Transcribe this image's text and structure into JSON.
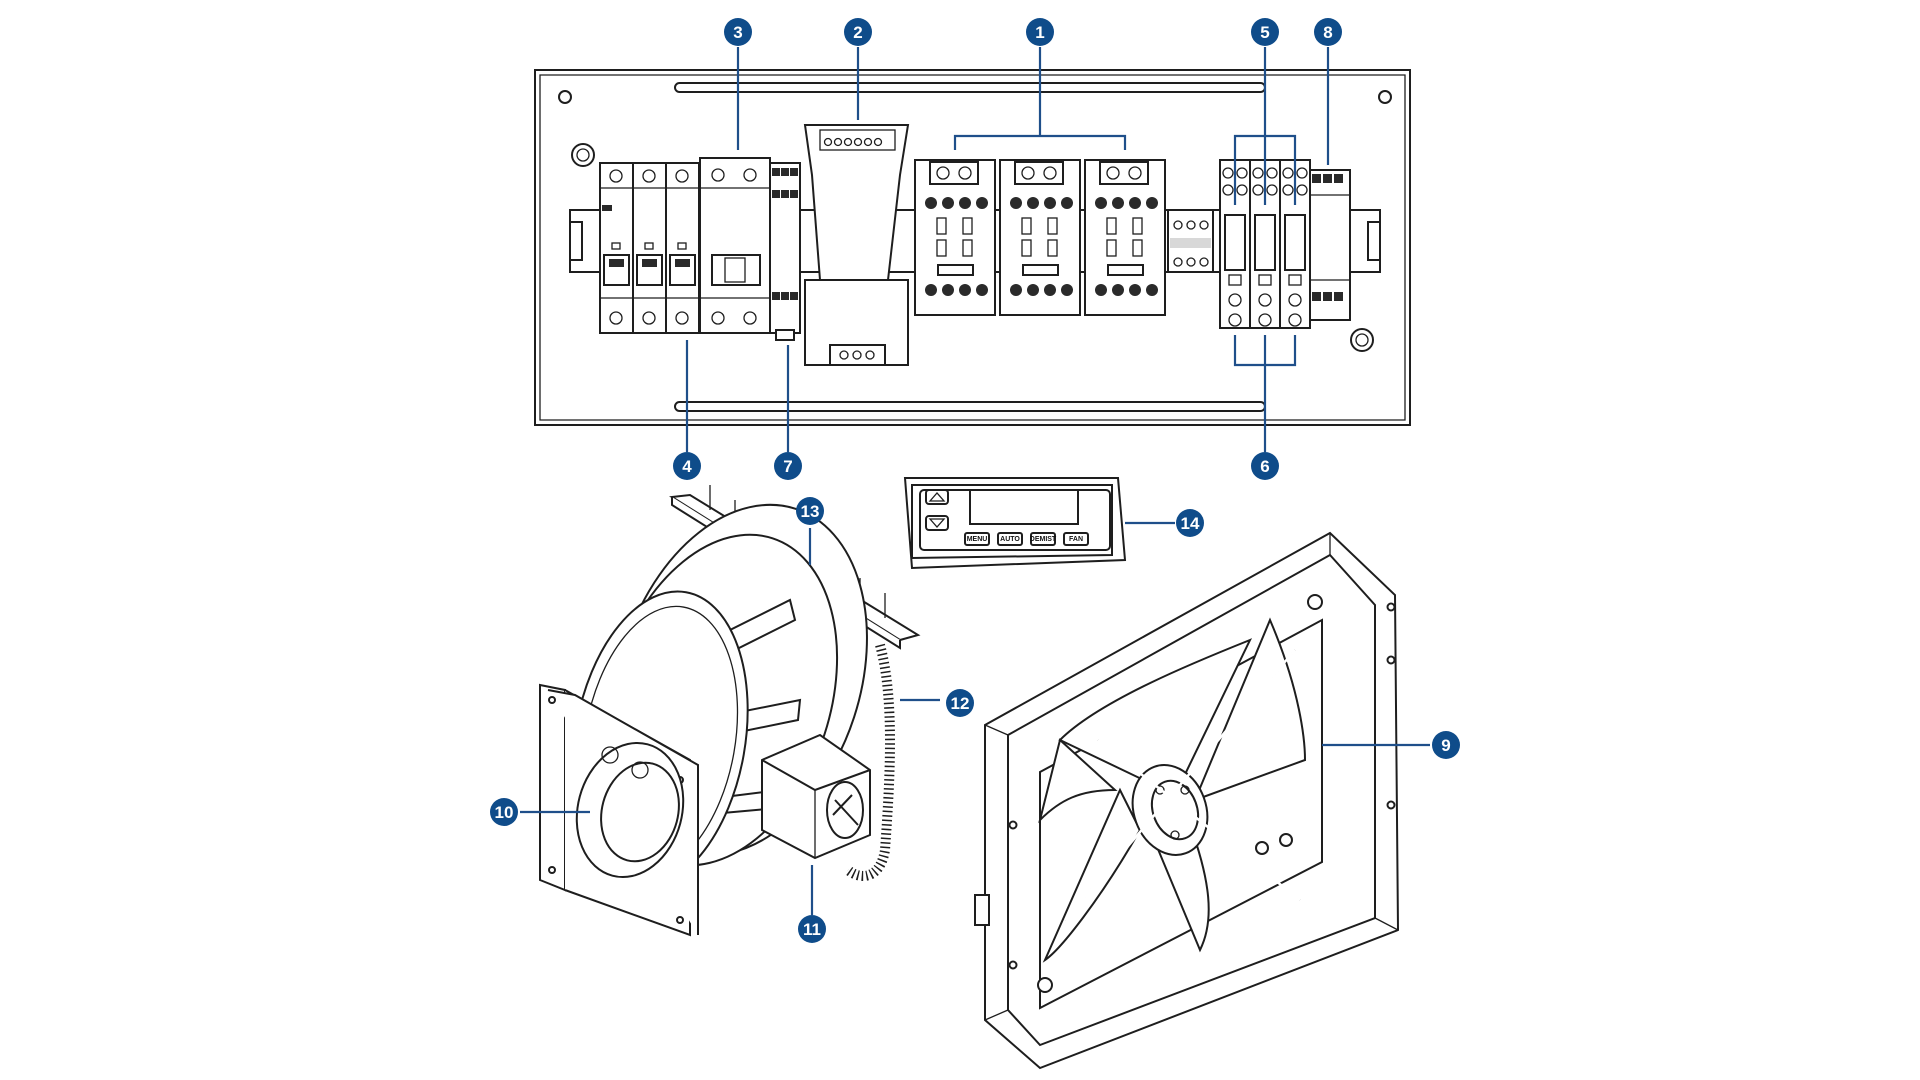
{
  "diagram": {
    "colors": {
      "callout_fill": "#0f4c8a",
      "callout_text": "#ffffff",
      "leader_line": "#1f4f8a",
      "drawing_line": "#1e1e1e",
      "background": "#ffffff"
    },
    "callouts": [
      {
        "id": "1",
        "label": "1"
      },
      {
        "id": "2",
        "label": "2"
      },
      {
        "id": "3",
        "label": "3"
      },
      {
        "id": "4",
        "label": "4"
      },
      {
        "id": "5",
        "label": "5"
      },
      {
        "id": "6",
        "label": "6"
      },
      {
        "id": "7",
        "label": "7"
      },
      {
        "id": "8",
        "label": "8"
      },
      {
        "id": "9",
        "label": "9"
      },
      {
        "id": "10",
        "label": "10"
      },
      {
        "id": "11",
        "label": "11"
      },
      {
        "id": "12",
        "label": "12"
      },
      {
        "id": "13",
        "label": "13"
      },
      {
        "id": "14",
        "label": "14"
      }
    ],
    "controller": {
      "buttons": [
        "MENU",
        "AUTO",
        "DEMIST",
        "FAN"
      ],
      "icons": [
        "up-arrow-icon",
        "down-arrow-icon"
      ]
    }
  }
}
